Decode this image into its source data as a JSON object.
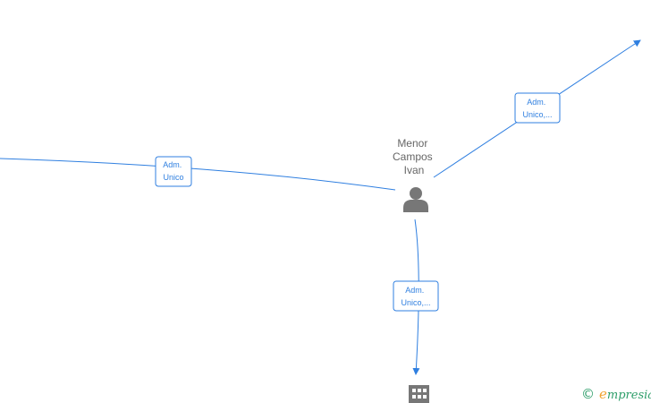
{
  "person": {
    "name_lines": [
      "Menor",
      "Campos",
      "Ivan"
    ],
    "icon": "person-icon"
  },
  "company": {
    "icon": "building-icon"
  },
  "edges": [
    {
      "id": "edge-left",
      "label_lines": [
        "Adm.",
        "Unico"
      ]
    },
    {
      "id": "edge-right",
      "label_lines": [
        "Adm.",
        "Unico,..."
      ]
    },
    {
      "id": "edge-down",
      "label_lines": [
        "Adm.",
        "Unico,..."
      ]
    }
  ],
  "watermark": {
    "copyright_symbol": "©",
    "brand_initial": "e",
    "brand_rest": "mpresia"
  },
  "colors": {
    "edge": "#2f7fe0",
    "node_icon": "#777777",
    "brand_green": "#2e9e6a",
    "brand_orange": "#f2a230"
  }
}
